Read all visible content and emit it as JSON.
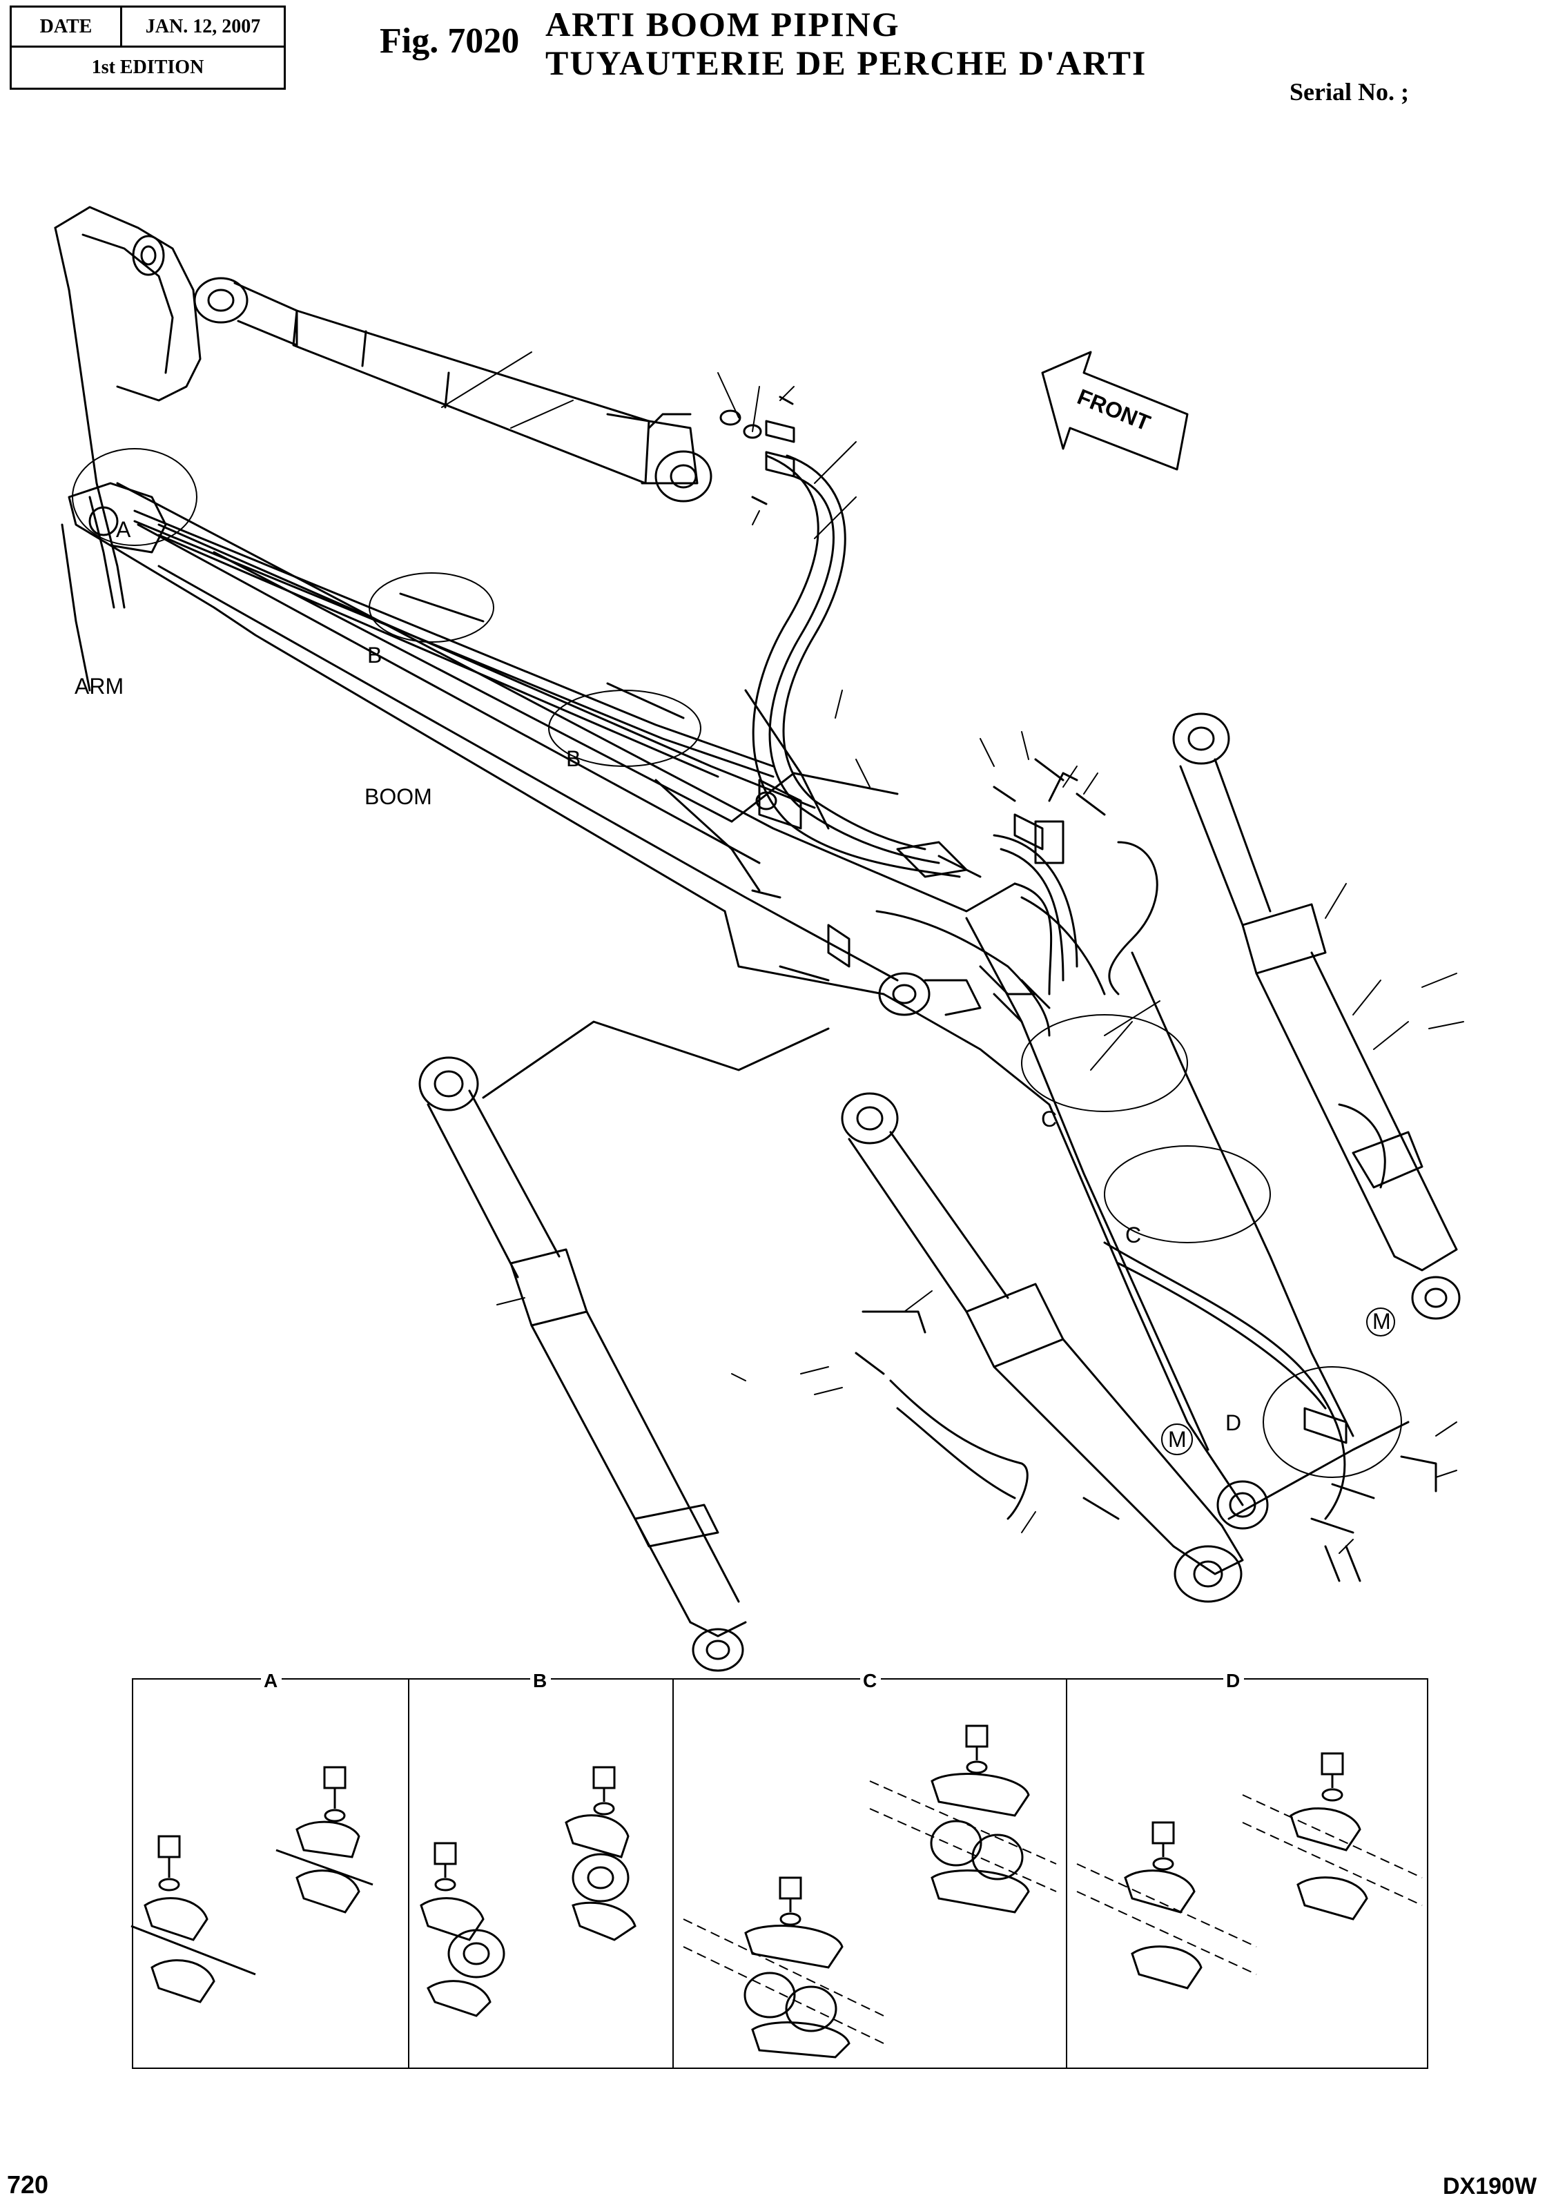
{
  "header": {
    "date_label": "DATE",
    "date_value": "JAN. 12, 2007",
    "edition": "1st EDITION",
    "fig_number": "Fig. 7020",
    "title_en": "ARTI BOOM PIPING",
    "title_fr": "TUYAUTERIE DE PERCHE D'ARTI",
    "serial": "Serial No. ;"
  },
  "diagram": {
    "front_label": "FRONT",
    "arm_label": "ARM",
    "boom_label": "BOOM",
    "callouts": {
      "a": "A",
      "b": "B",
      "c": "C",
      "d": "D",
      "m": "M"
    },
    "detail_panels": [
      "A",
      "B",
      "C",
      "D"
    ]
  },
  "footer": {
    "page_number": "720",
    "model": "DX190W"
  }
}
